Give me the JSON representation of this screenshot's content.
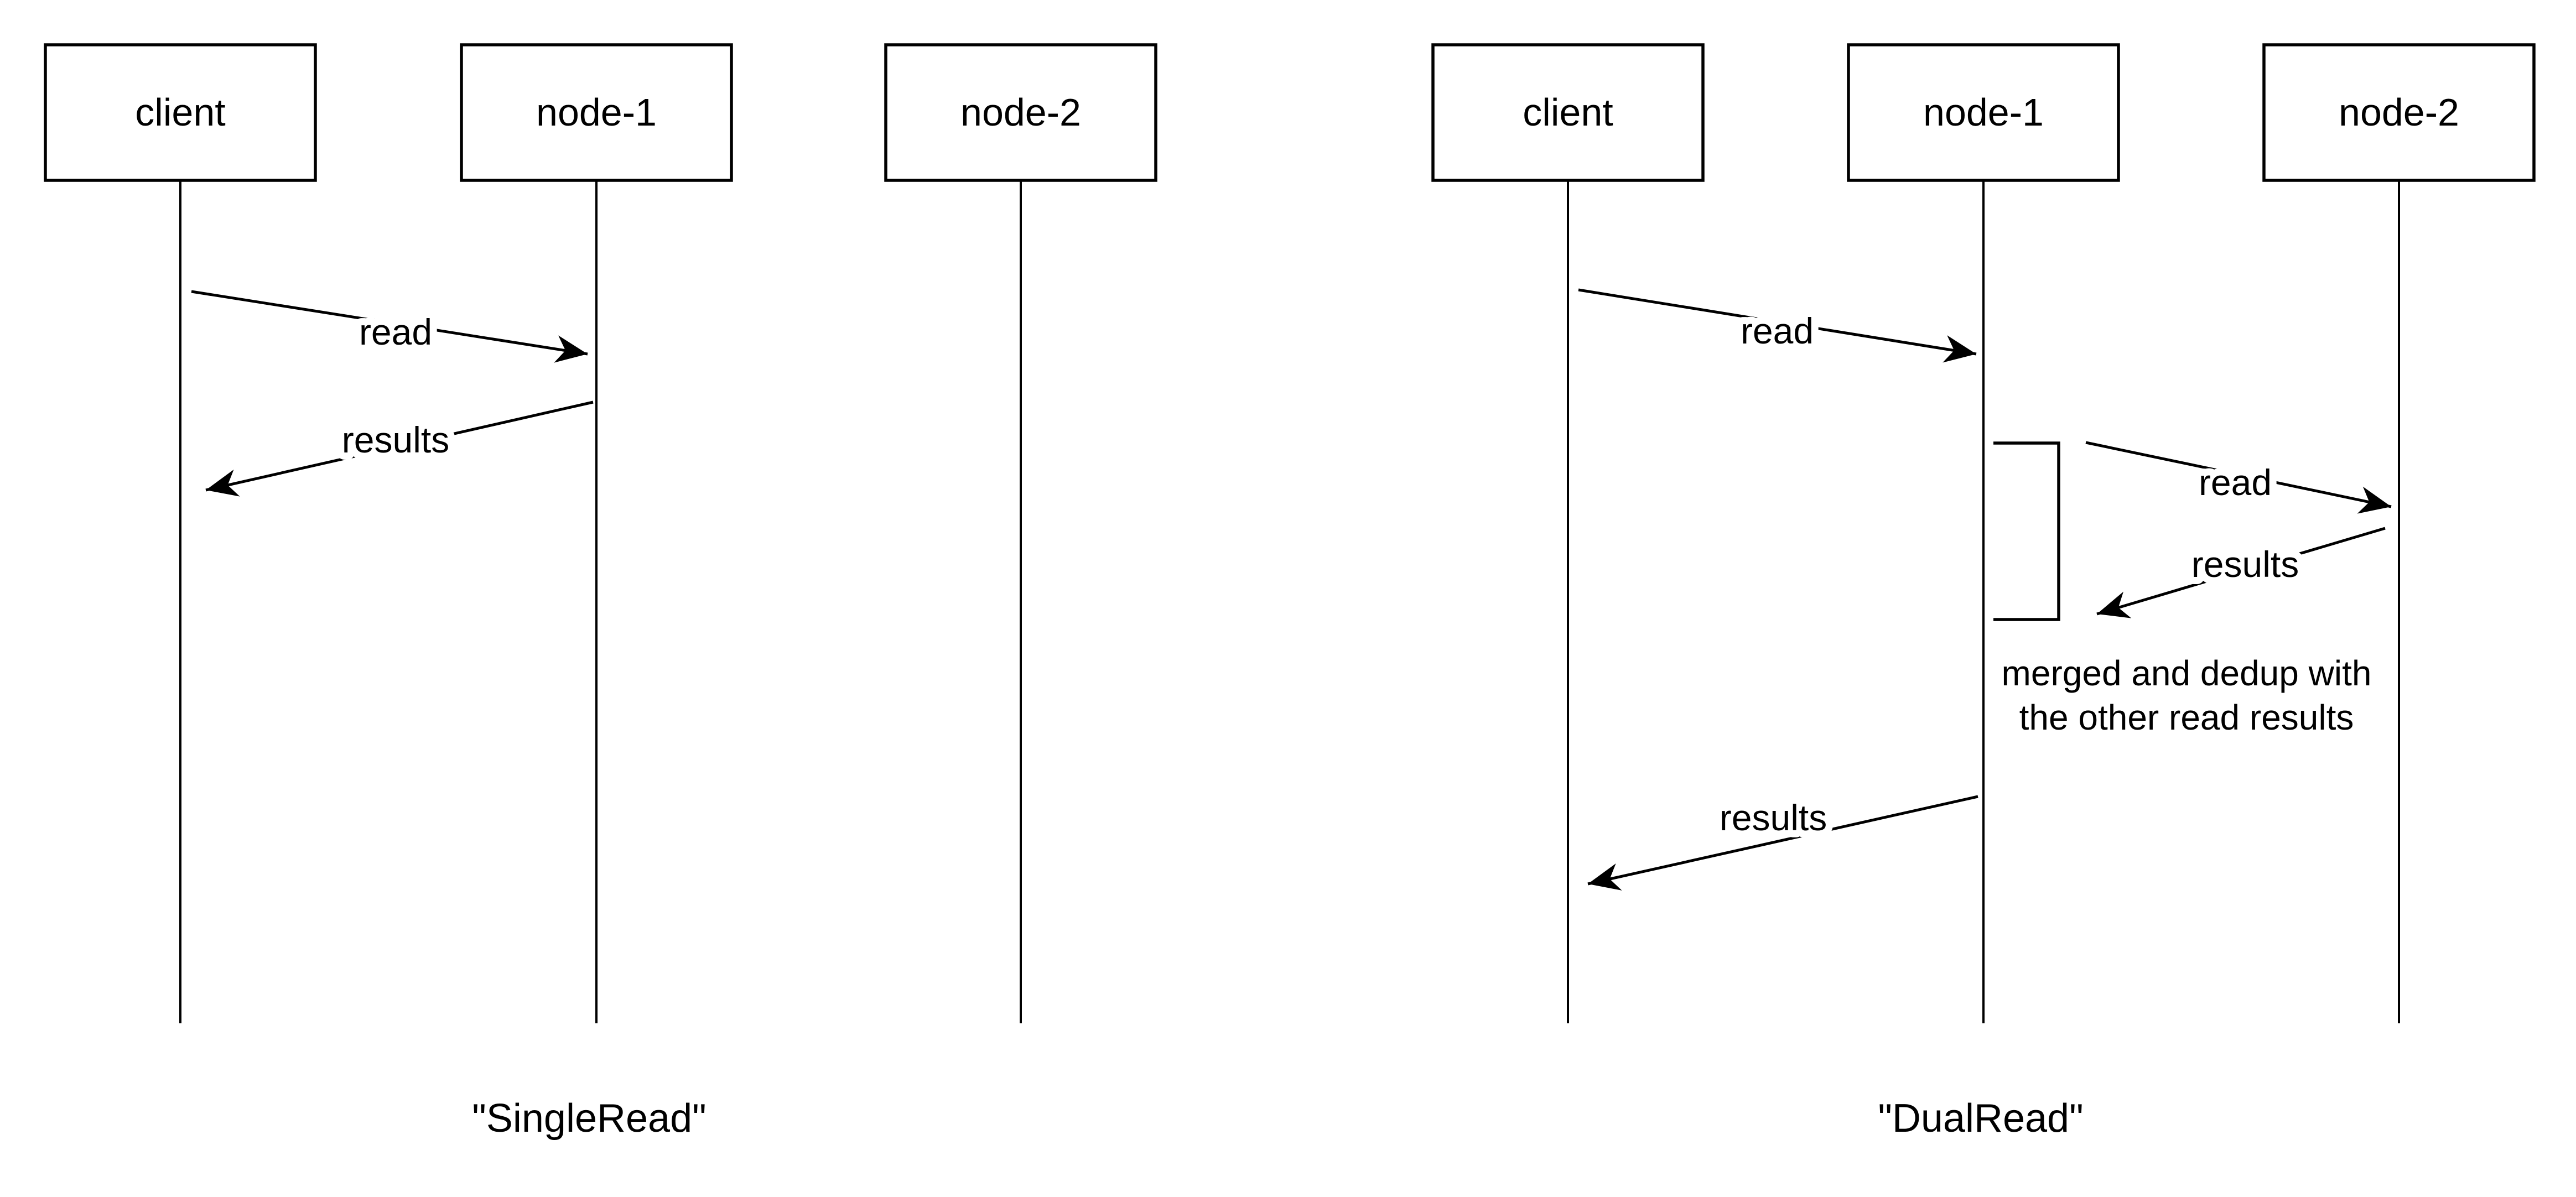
{
  "colors": {
    "ink": "#000000",
    "background": "#ffffff"
  },
  "diagrams": [
    {
      "name": "SingleRead",
      "caption": "\"SingleRead\"",
      "actors": [
        {
          "label": "client"
        },
        {
          "label": "node-1"
        },
        {
          "label": "node-2"
        }
      ],
      "messages": [
        {
          "label": "read",
          "from": "client",
          "to": "node-1"
        },
        {
          "label": "results",
          "from": "node-1",
          "to": "client"
        }
      ]
    },
    {
      "name": "DualRead",
      "caption": "\"DualRead\"",
      "actors": [
        {
          "label": "client"
        },
        {
          "label": "node-1"
        },
        {
          "label": "node-2"
        }
      ],
      "messages": [
        {
          "label": "read",
          "from": "client",
          "to": "node-1"
        },
        {
          "label": "read",
          "from": "node-1",
          "to": "node-2"
        },
        {
          "label": "results",
          "from": "node-2",
          "to": "node-1"
        },
        {
          "label": "results",
          "from": "node-1",
          "to": "client"
        }
      ],
      "annotation": {
        "line1": "merged and dedup with",
        "line2": "the other read results"
      }
    }
  ]
}
